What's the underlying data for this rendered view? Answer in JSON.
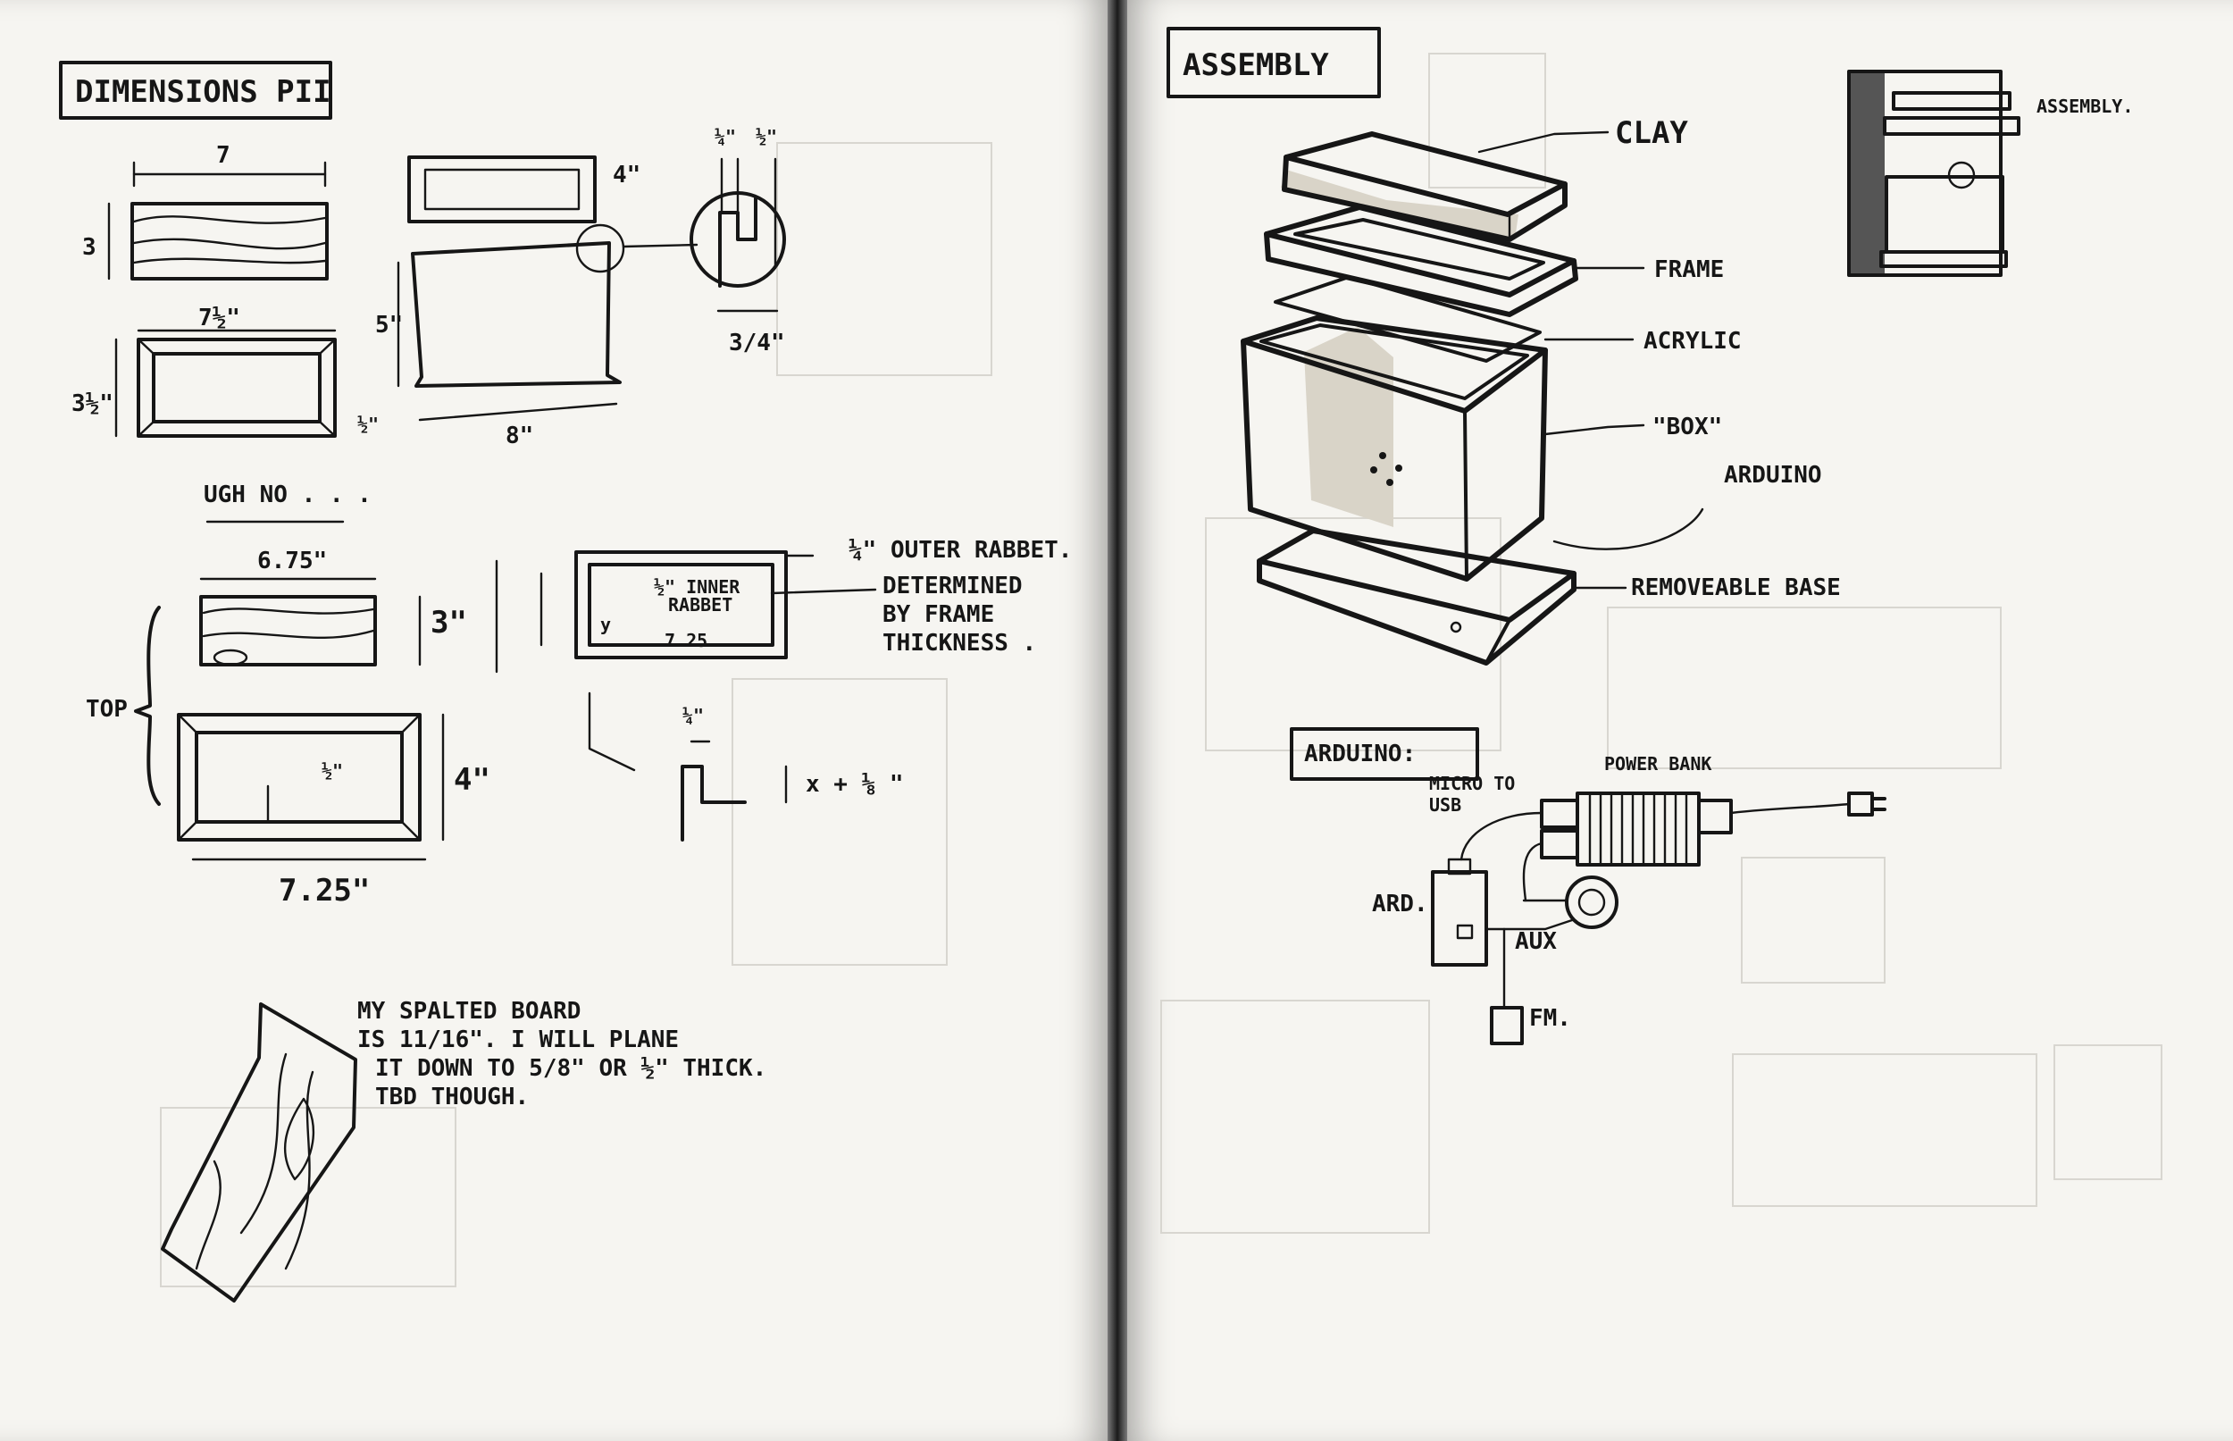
{
  "left": {
    "title": "DIMENSIONS PII",
    "top_block": {
      "w7": "7",
      "h3": "3",
      "w7half": "7½\"",
      "h3half": "3½\"",
      "half_small": "½\"",
      "four": "4\"",
      "five": "5\"",
      "eight": "8\"",
      "quarter": "¼\"",
      "half": "½\"",
      "three_quarter": "3/4\""
    },
    "ugh": "UGH  NO . . .",
    "bottom_block": {
      "w675": "6.75\"",
      "h3": "3\"",
      "top": "TOP",
      "h4": "4\"",
      "half": "½\"",
      "w725": "7.25\"",
      "outer_rabbet": "¼\" OUTER RABBET.",
      "inner_rabbet_1": "½\" INNER",
      "inner_rabbet_2": "RABBET",
      "small_725": "7.25",
      "small_y": "y",
      "determined": [
        "DETERMINED",
        "BY FRAME",
        "THICKNESS ."
      ],
      "quarter2": "¼\"",
      "x_plus": "x + ⅛ \""
    },
    "note": [
      "MY SPALTED BOARD",
      "IS 11/16\". I WILL PLANE",
      "IT DOWN TO 5/8\" OR ½\" THICK.",
      "TBD THOUGH."
    ]
  },
  "right": {
    "title": "ASSEMBLY",
    "labels": {
      "clay": "CLAY",
      "frame": "FRAME",
      "acrylic": "ACRYLIC",
      "box": "\"BOX\"",
      "arduino": "ARDUINO",
      "base": "REMOVEABLE BASE",
      "thumb": "ASSEMBLY."
    },
    "arduino_title": "ARDUINO:",
    "circuit": {
      "micro": "MICRO TO",
      "usb": "USB",
      "power_bank": "POWER BANK",
      "ard": "ARD.",
      "aux": "AUX",
      "fm": "FM."
    }
  }
}
